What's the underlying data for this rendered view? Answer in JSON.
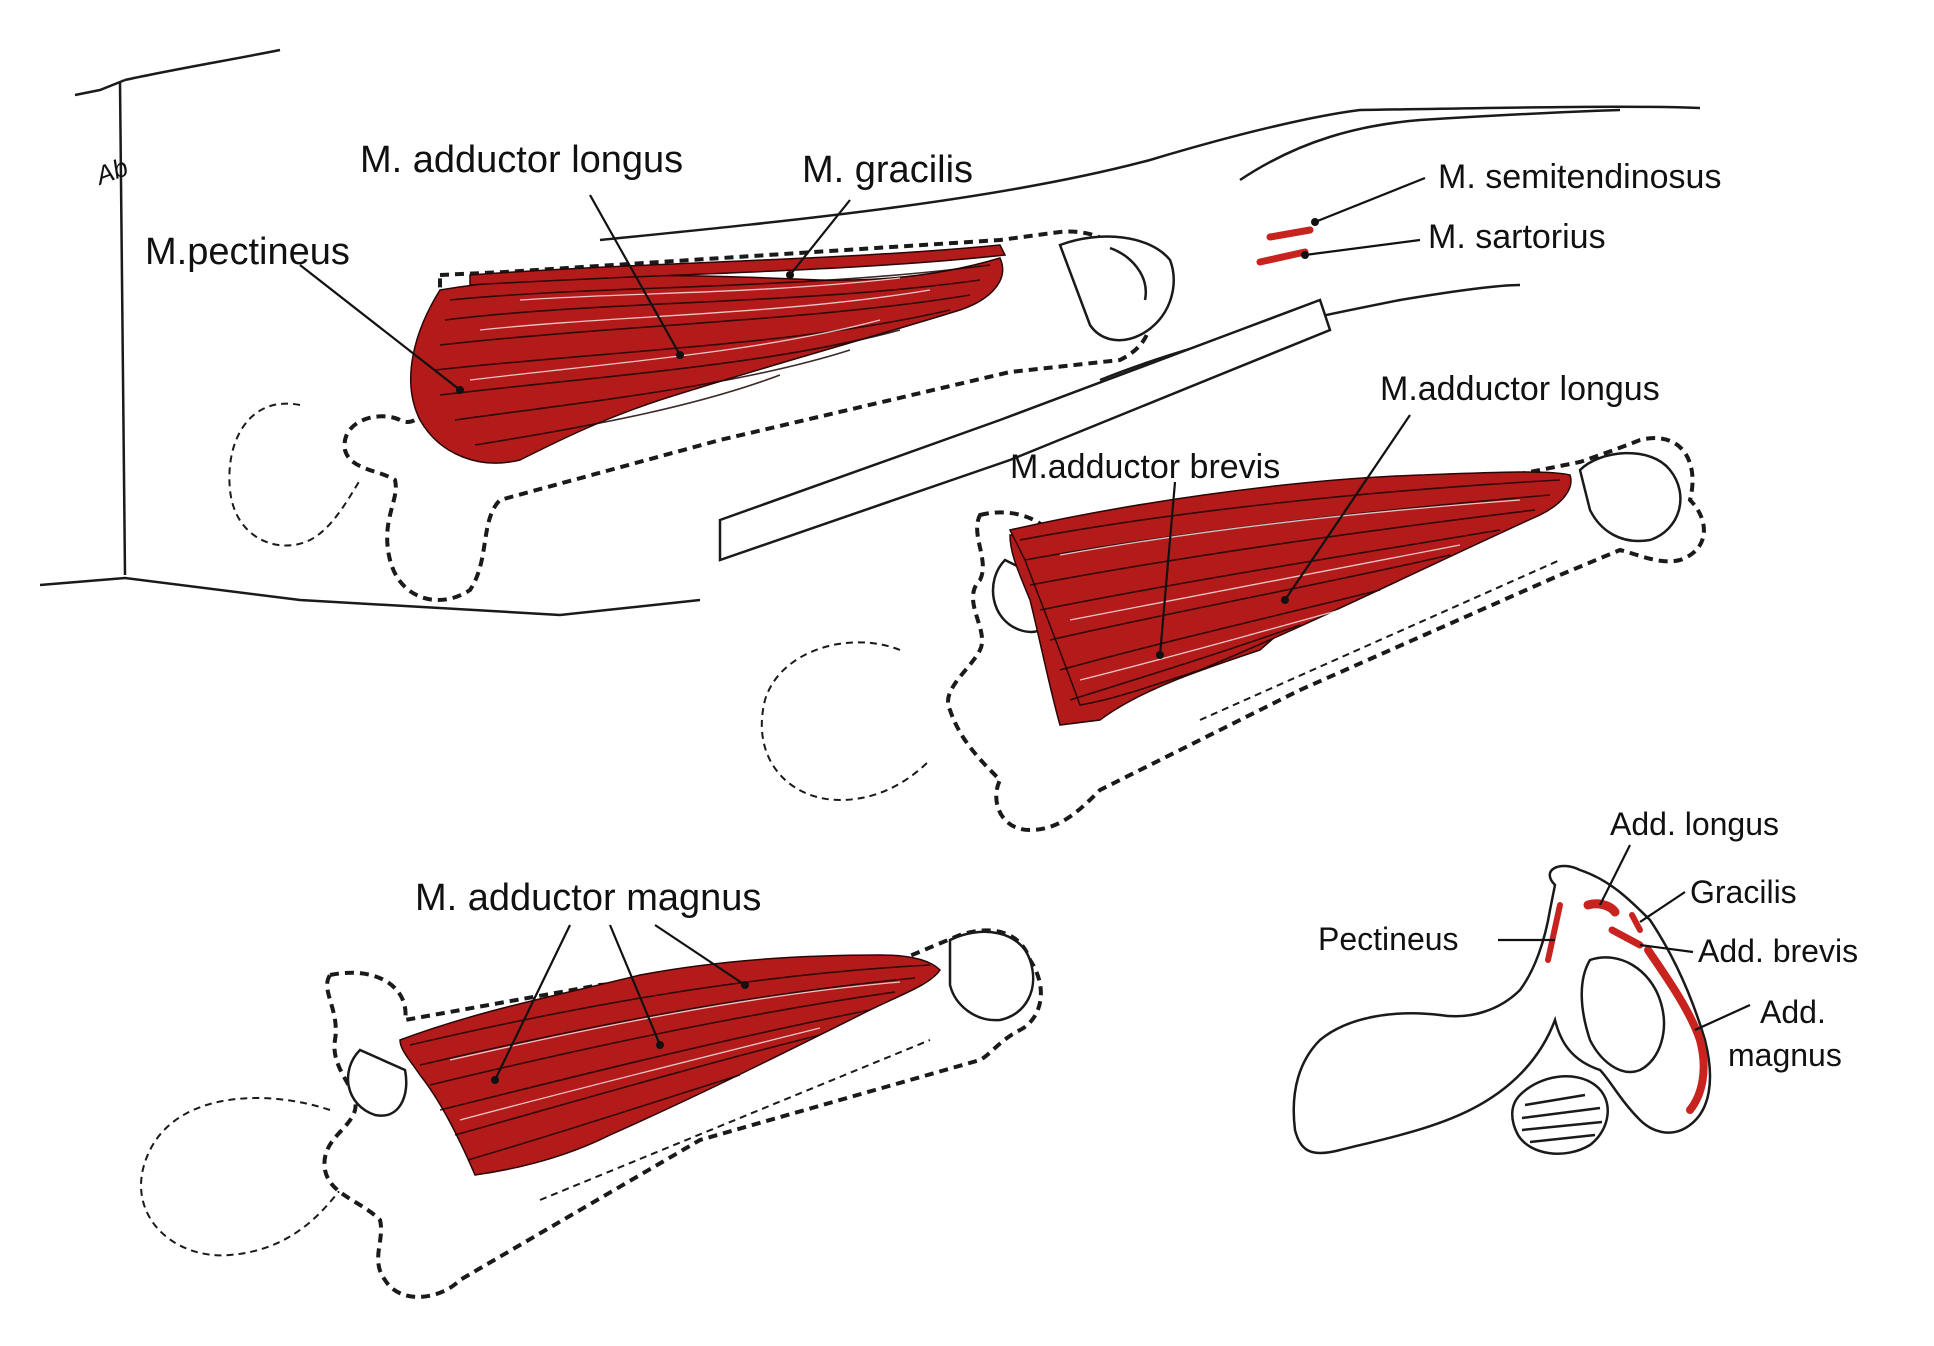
{
  "colors": {
    "muscle": "#b31b1b",
    "attachment": "#c8231f",
    "ink": "#111111",
    "paper": "#ffffff"
  },
  "artist_signature": "Ab",
  "panel_top": {
    "labels": {
      "adductor_longus": "M. adductor longus",
      "gracilis": "M. gracilis",
      "pectineus": "M.pectineus",
      "semitendinosus": "M. semitendinosus",
      "sartorius": "M. sartorius"
    }
  },
  "panel_middle": {
    "labels": {
      "adductor_longus": "M.adductor longus",
      "adductor_brevis": "M.adductor brevis"
    }
  },
  "panel_bottom": {
    "labels": {
      "adductor_magnus": "M. adductor magnus"
    }
  },
  "panel_pelvis": {
    "labels": {
      "add_longus": "Add. longus",
      "gracilis": "Gracilis",
      "pectineus": "Pectineus",
      "add_brevis": "Add. brevis",
      "add_magnus_line1": "Add.",
      "add_magnus_line2": "magnus"
    }
  }
}
